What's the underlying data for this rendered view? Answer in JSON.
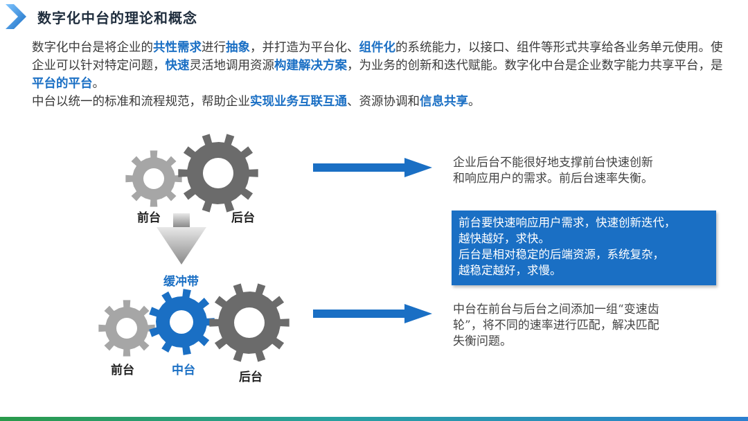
{
  "title": "数字化中台的理论和概念",
  "intro": {
    "p1": [
      {
        "t": "数字化中台是将企业的",
        "h": false
      },
      {
        "t": "共性需求",
        "h": true
      },
      {
        "t": "进行",
        "h": false
      },
      {
        "t": "抽象",
        "h": true
      },
      {
        "t": "，并打造为平台化、",
        "h": false
      },
      {
        "t": "组件化",
        "h": true
      },
      {
        "t": "的系统能力，以接口、组件等形式共享给各业务单元使用。使企业可以针对特定问题，",
        "h": false
      },
      {
        "t": "快速",
        "h": true
      },
      {
        "t": "灵活地调用资源",
        "h": false
      },
      {
        "t": "构建解决方案",
        "h": true
      },
      {
        "t": "，为业务的创新和迭代赋能。数字化中台是企业数字能力共享平台，是",
        "h": false
      },
      {
        "t": "平台的平台",
        "h": true
      },
      {
        "t": "。",
        "h": false
      }
    ],
    "p2": [
      {
        "t": "中台以统一的标准和流程规范，帮助企业",
        "h": false
      },
      {
        "t": "实现业务互联互通",
        "h": true
      },
      {
        "t": "、资源协调和",
        "h": false
      },
      {
        "t": "信息共享",
        "h": true
      },
      {
        "t": "。",
        "h": false
      }
    ]
  },
  "diagram": {
    "top_front": "前台",
    "top_back": "后台",
    "buffer": "缓冲带",
    "bottom_front": "前台",
    "bottom_middle": "中台",
    "bottom_back": "后台"
  },
  "desc_top": [
    "企业后台不能很好地支撑前台快速创新",
    "和响应用户的需求。前后台速率失衡。"
  ],
  "box_lines": [
    "前台要快速响应用户需求，快速创新迭代，",
    "越快越好，求快。",
    "后台是相对稳定的后端资源，系统复杂，",
    "越稳定越好，求慢。"
  ],
  "desc_bottom": [
    "中台在前台与后台之间添加一组“变速齿",
    "轮”，将不同的速率进行匹配，解决匹配",
    "失衡问题。"
  ],
  "colors": {
    "accent": "#1a6fc4",
    "gear_light": "#a6a6a6",
    "gear_dark": "#6b6b6b",
    "gear_blue": "#1a6fc4"
  },
  "icons": {
    "title_mark": "double-chevron-icon",
    "arrow": "right-arrow-icon",
    "down_arrow": "down-arrow-icon",
    "gear": "gear-icon"
  }
}
